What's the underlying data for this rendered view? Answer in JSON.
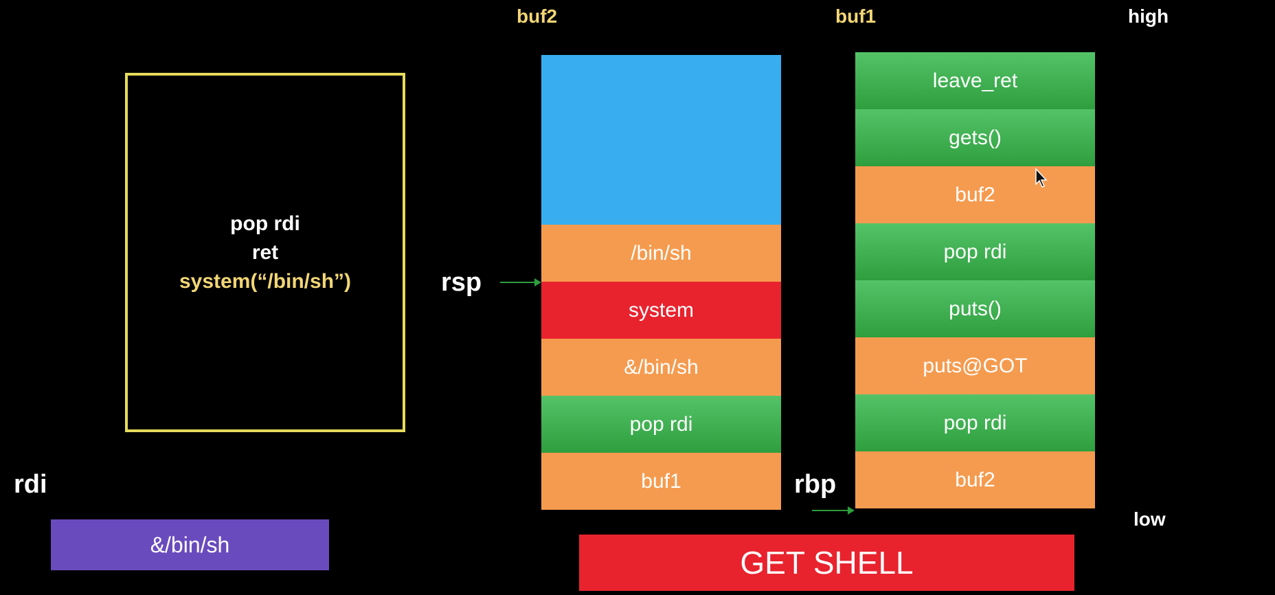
{
  "headers": {
    "buf2": "buf2",
    "buf1": "buf1",
    "high": "high",
    "low": "low"
  },
  "code_box": {
    "line1": "pop rdi",
    "line2": "ret",
    "line3": "system(“/bin/sh”)"
  },
  "registers": {
    "rsp": "rsp",
    "rbp": "rbp",
    "rdi": "rdi",
    "rdi_value": "&/bin/sh"
  },
  "buf2_stack": [
    "",
    "/bin/sh",
    "system",
    "&/bin/sh",
    "pop rdi",
    "buf1"
  ],
  "buf1_stack": [
    "leave_ret",
    "gets()",
    "buf2",
    "pop rdi",
    "puts()",
    "puts@GOT",
    "pop rdi",
    "buf2"
  ],
  "banner": "GET SHELL",
  "colors": {
    "blue": "#38aef0",
    "orange": "#f59b4f",
    "red": "#e8232e",
    "green": "#3db04f",
    "purple": "#6a4bbd",
    "yellow": "#e6db5c"
  },
  "icons": {
    "cursor": "mouse-cursor-icon"
  }
}
